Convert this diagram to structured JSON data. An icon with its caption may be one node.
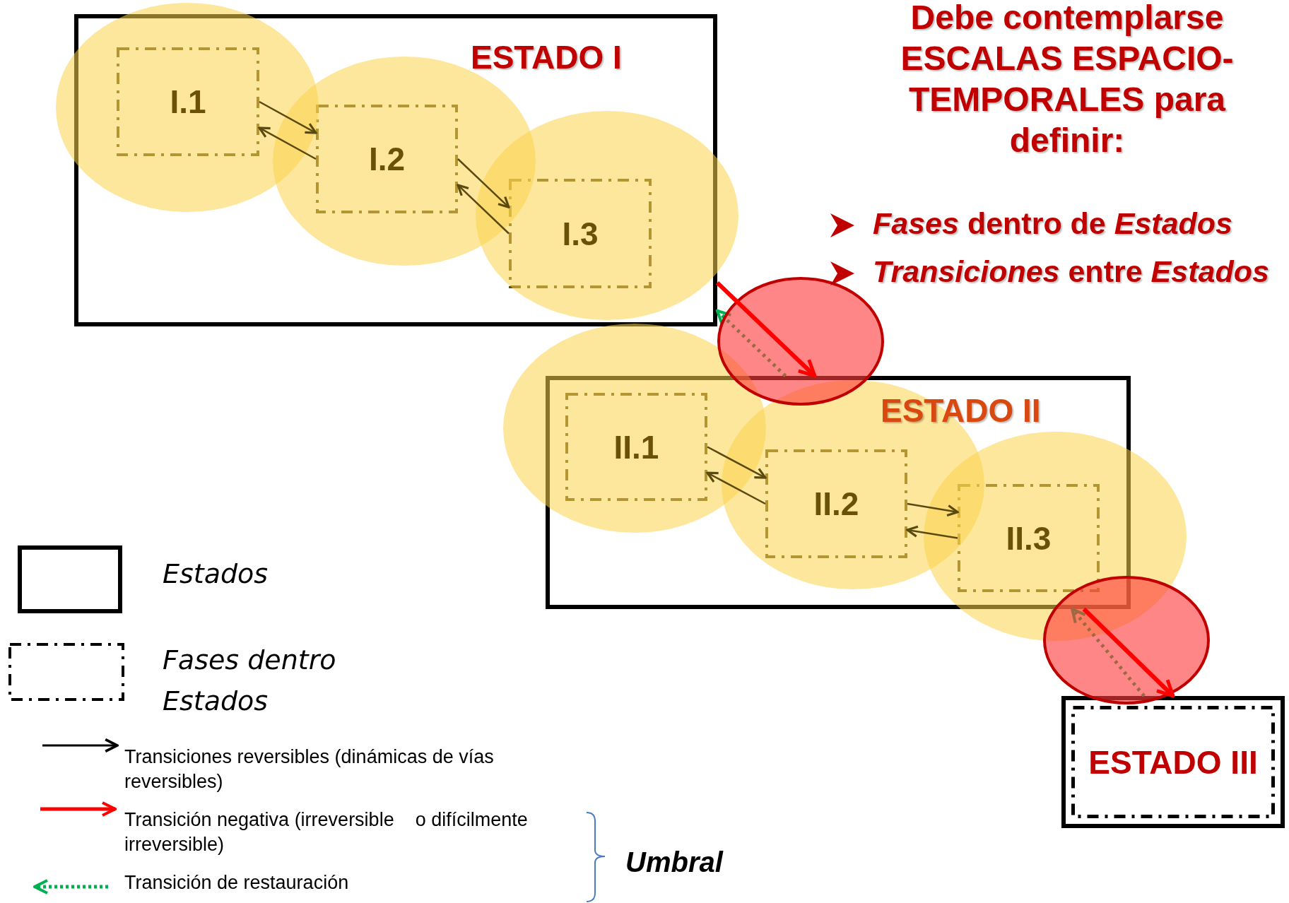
{
  "diagram": {
    "title": "Debe contemplarse ESCALAS ESPACIO-TEMPORALES para definir:",
    "nodes": [
      {
        "text": [
          "ESTADO I"
        ]
      },
      {
        "text": [
          "I.1"
        ],
        "in": 0
      },
      {
        "text": [
          "I.2"
        ],
        "in": 0
      },
      {
        "text": [
          "I.3"
        ],
        "in": 0
      },
      {
        "text": [
          "ESTADO II"
        ]
      },
      {
        "text": [
          "II.1"
        ],
        "in": 4
      },
      {
        "text": [
          "II.2"
        ],
        "in": 4
      },
      {
        "text": [
          "II.3"
        ],
        "in": 4
      },
      {
        "text": [
          "ESTADO III"
        ]
      }
    ],
    "edges": [
      {
        "from": 1,
        "to": 2,
        "arrow": "to"
      },
      {
        "from": 2,
        "to": 1,
        "arrow": "to"
      },
      {
        "from": 2,
        "to": 3,
        "arrow": "to"
      },
      {
        "from": 3,
        "to": 2,
        "arrow": "to"
      },
      {
        "from": 5,
        "to": 6,
        "arrow": "to"
      },
      {
        "from": 6,
        "to": 5,
        "arrow": "to"
      },
      {
        "from": 6,
        "to": 7,
        "arrow": "to"
      },
      {
        "from": 7,
        "to": 6,
        "arrow": "to"
      },
      {
        "from": 0,
        "to": 4,
        "arrow": "to",
        "style": "thick",
        "color": "#ff0000"
      },
      {
        "from": 4,
        "to": 0,
        "arrow": "to",
        "style": "dashed",
        "color": "#00b050"
      },
      {
        "from": 4,
        "to": 8,
        "arrow": "to",
        "style": "thick",
        "color": "#ff0000"
      },
      {
        "from": 8,
        "to": 4,
        "arrow": "to",
        "style": "dashed",
        "color": "#00b050"
      }
    ],
    "labels": [
      "*Fases* dentro de *Estados*",
      "*Transiciones* entre *Estados*",
      "Umbral"
    ],
    "legend": [
      {
        "text": "Estados"
      },
      {
        "text": "Fases dentro Estados"
      },
      {
        "text": "Transiciones reversibles (dinámicas de vías reversibles)"
      },
      {
        "text": "Transición negativa (irreversible    o difícilmente irreversible)"
      },
      {
        "text": "Transición de restauración"
      }
    ]
  }
}
